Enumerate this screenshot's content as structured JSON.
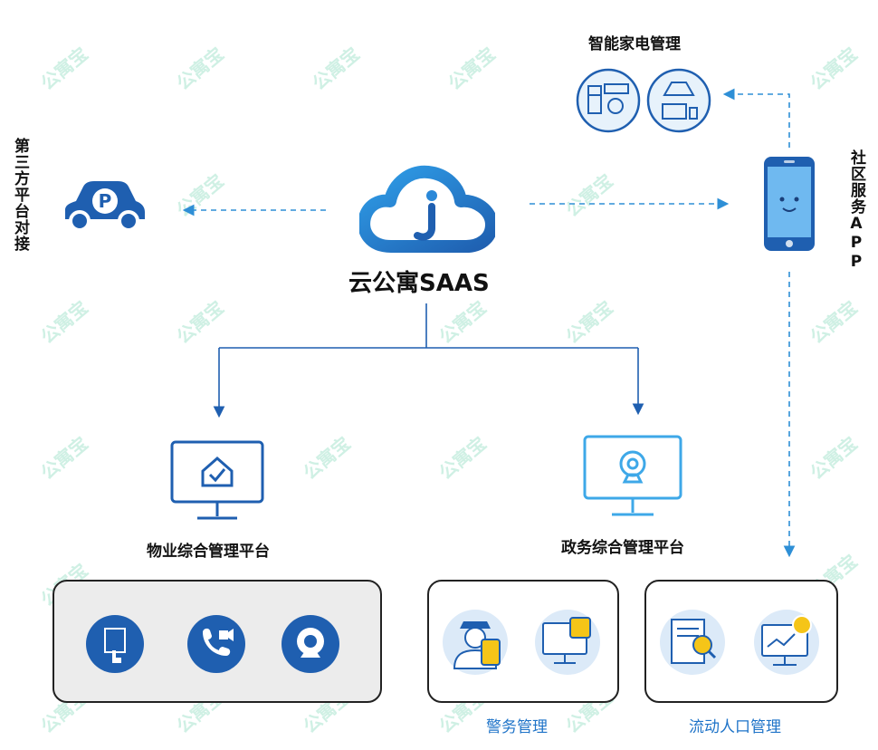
{
  "center": {
    "title": "云公寓SAAS"
  },
  "left": {
    "label": "第三方平台对接"
  },
  "right": {
    "label": "社区服务APP"
  },
  "appliances": {
    "label": "智能家电管理"
  },
  "property": {
    "label": "物业综合管理平台"
  },
  "government": {
    "label": "政务综合管理平台"
  },
  "police": {
    "label": "警务管理"
  },
  "floating": {
    "label": "流动人口管理"
  },
  "watermark": {
    "text": "公寓宝"
  },
  "colors": {
    "primary": "#1f5fb0",
    "light_blue": "#3ea8e8",
    "arrow": "#2e8fd6"
  }
}
